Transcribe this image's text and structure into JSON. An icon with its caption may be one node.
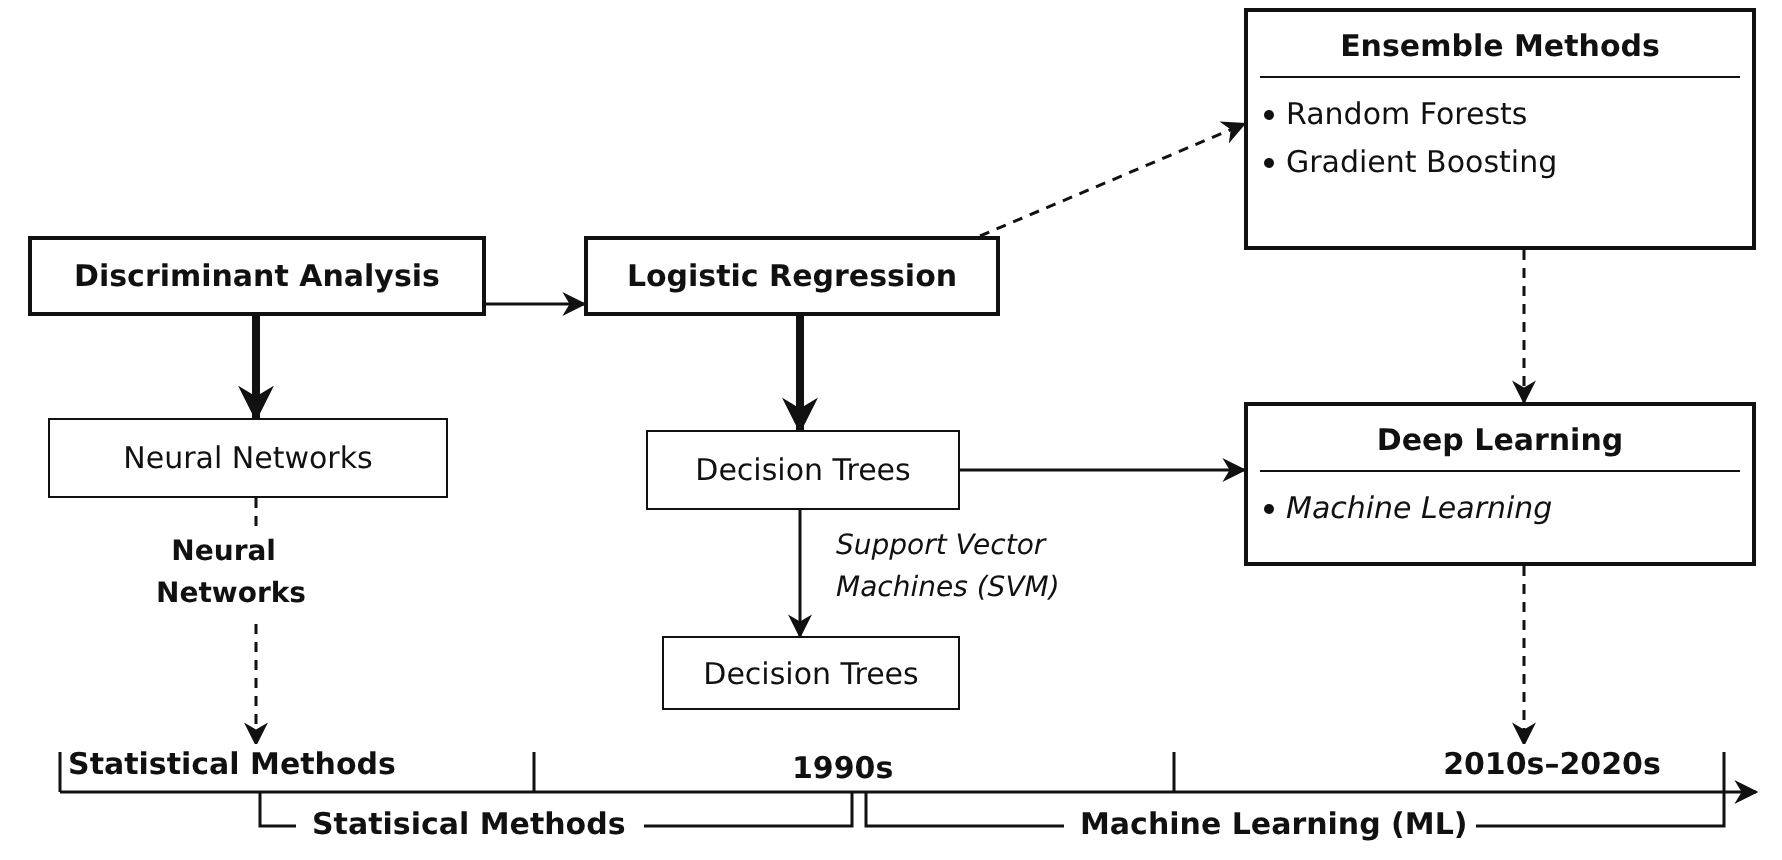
{
  "diagram": {
    "nodes": [
      {
        "text": [
          "Discriminant Analysis"
        ]
      },
      {
        "text": [
          "Logistic Regression"
        ]
      },
      {
        "text": [
          "Ensemble Methods",
          "Random Forests",
          "Gradient Boosting"
        ]
      },
      {
        "text": [
          "Neural Networks"
        ]
      },
      {
        "text": [
          "Decision Trees"
        ]
      },
      {
        "text": [
          "Deep Learning",
          "*Machine Learning*"
        ]
      },
      {
        "text": [
          "Decision Trees"
        ]
      },
      {
        "text": [
          "Statistical Methods"
        ]
      },
      {
        "text": [
          "2010s–2020s"
        ]
      }
    ],
    "edges": [
      {
        "from": 0,
        "to": 1,
        "arrow": "to"
      },
      {
        "from": 0,
        "to": 3,
        "arrow": "to",
        "style": "thick"
      },
      {
        "from": 1,
        "to": 4,
        "arrow": "to",
        "style": "thick"
      },
      {
        "from": 1,
        "to": 2,
        "arrow": "to",
        "style": "dashed"
      },
      {
        "from": 4,
        "to": 5,
        "arrow": "to"
      },
      {
        "from": 2,
        "to": 5,
        "arrow": "to",
        "style": "dashed"
      },
      {
        "from": 4,
        "to": 6,
        "arrow": "to",
        "label": "*Support Vector Machines (SVM)*"
      },
      {
        "from": 3,
        "to": 7,
        "arrow": "to",
        "style": "dashed",
        "label": "**Neural Networks**"
      },
      {
        "from": 5,
        "to": 8,
        "arrow": "to",
        "style": "dashed"
      }
    ],
    "labels": [
      "1990s",
      "Statisical Methods",
      "Machine Learning (ML)"
    ]
  }
}
